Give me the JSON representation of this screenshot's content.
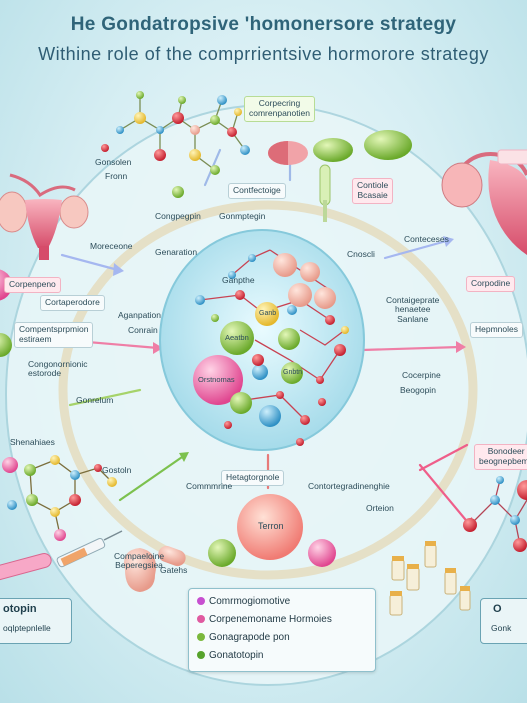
{
  "title": {
    "line1": "He Gondatropsive 'homonersore strategy",
    "line2": "Withine role of the comprrientsive hormorore strategy"
  },
  "labels": {
    "top_box": "Corpecring\ncomrenpanotien",
    "fronn": "Fronn",
    "gonsolen": "Gonsolen",
    "contfectaige": "Contfectoige",
    "contiole_box": "Contiole\nBcasaie",
    "congpegpin": "Congpegpin",
    "gonmptegin": "Gonmptegin",
    "morecone": "Moreceone",
    "genaration": "Genaration",
    "conteceses": "Conteceses",
    "corpodine_right": "Corpodine",
    "corpenpeno_left": "Corpenpeno",
    "cortaperodore": "Cortaperodore",
    "aganpation": "Aganpation",
    "conrain": "Conrain",
    "contoigaeprate": "Contaigeprate\nhenaetee\nSanlane",
    "hepmnoles": "Hepmnoles",
    "compentsprpmion": "Compentsprpmion\nestiraem",
    "congonornionic": "Congonornionic\nestorode",
    "cocerpine": "Cocerpine",
    "goraetlum": "Gonrelum",
    "beogopin": "Beogopin",
    "shenahiaes": "Shenahiaes",
    "gostoln": "Gostoln",
    "bonodeer": "Bonodeer\nbeognepbeme",
    "hetagtorgnole": "Hetagtorgnole",
    "commmrine": "Commmrine",
    "contortagredine": "Contortegradinenghie",
    "orteion": "Orteion",
    "terron": "Terron",
    "compaeloine": "Compaeloine\nBeperegsiea",
    "gatehs": "Gatehs",
    "center_sphere_1": "Ganpthe",
    "center_sphere_2": "Aeatbn",
    "center_sphere_3": "Orstnomas",
    "center_sphere_4": "Gnbtn",
    "center_sphere_5": "Ganb",
    "cnoscli": "Cnoscli"
  },
  "banner_left": {
    "title": "otopin",
    "sub": "oqlptepnlelle"
  },
  "banner_right": {
    "title": "O",
    "sub": "Gonk"
  },
  "legend": {
    "items": [
      {
        "label": "Comrmogiomotive",
        "color": "#c74fd0"
      },
      {
        "label": "Corpenemoname Hormoies",
        "color": "#e05aa0"
      },
      {
        "label": "Gonagrapode pon",
        "color": "#7bb83c"
      },
      {
        "label": "Gonatotopin",
        "color": "#57a32c"
      }
    ]
  }
}
